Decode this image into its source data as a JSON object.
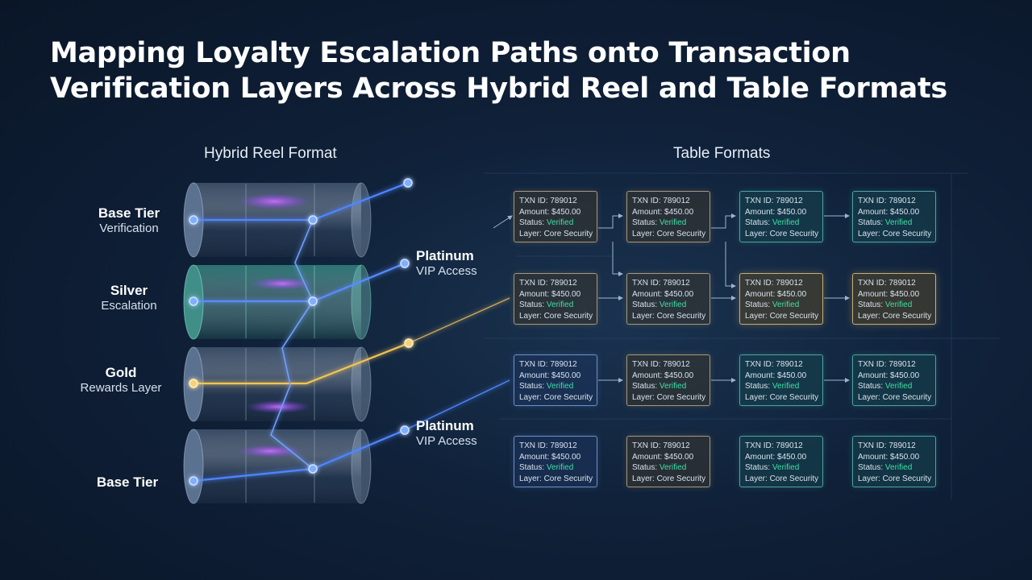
{
  "title": {
    "line1": "Mapping Loyalty Escalation Paths onto Transaction",
    "line2": "Verification Layers Across Hybrid Reel and Table Formats"
  },
  "sections": {
    "reel": "Hybrid Reel Format",
    "table": "Table Formats"
  },
  "tiers": [
    {
      "name": "Base Tier",
      "sub": "Verification"
    },
    {
      "name": "Silver",
      "sub": "Escalation"
    },
    {
      "name": "Gold",
      "sub": "Rewards Layer"
    },
    {
      "name": "Base Tier",
      "sub": ""
    }
  ],
  "platinum": [
    {
      "name": "Platinum",
      "sub": "VIP Access"
    },
    {
      "name": "Platinum",
      "sub": "VIP Access"
    }
  ],
  "card_labels": {
    "txn_prefix": "TXN ID:",
    "amount_prefix": "Amount:",
    "status_prefix": "Status:",
    "layer_prefix": "Layer:"
  },
  "cards": [
    [
      {
        "txn": "789012",
        "amount": "$450.00",
        "status": "Verified",
        "layer": "Core Security",
        "color": "tan"
      },
      {
        "txn": "789012",
        "amount": "$450.00",
        "status": "Verified",
        "layer": "Core Security",
        "color": "tan"
      },
      {
        "txn": "789012",
        "amount": "$450.00",
        "status": "Verified",
        "layer": "Core Security",
        "color": "teal"
      },
      {
        "txn": "789012",
        "amount": "$450.00",
        "status": "Verified",
        "layer": "Core Security",
        "color": "teal"
      }
    ],
    [
      {
        "txn": "789012",
        "amount": "$450.00",
        "status": "Verified",
        "layer": "Core Security",
        "color": "tan"
      },
      {
        "txn": "789012",
        "amount": "$450.00",
        "status": "Verified",
        "layer": "Core Security",
        "color": "tan"
      },
      {
        "txn": "789012",
        "amount": "$450.00",
        "status": "Verified",
        "layer": "Core Security",
        "color": "gold"
      },
      {
        "txn": "789012",
        "amount": "$450.00",
        "status": "Verified",
        "layer": "Core Security",
        "color": "gold"
      }
    ],
    [
      {
        "txn": "789012",
        "amount": "$450.00",
        "status": "Verified",
        "layer": "Core Security",
        "color": "blue"
      },
      {
        "txn": "789012",
        "amount": "$450.00",
        "status": "Verified",
        "layer": "Core Security",
        "color": "tan"
      },
      {
        "txn": "789012",
        "amount": "$450.00",
        "status": "Verified",
        "layer": "Core Security",
        "color": "teal"
      },
      {
        "txn": "789012",
        "amount": "$450.00",
        "status": "Verified",
        "layer": "Core Security",
        "color": "teal"
      }
    ],
    [
      {
        "txn": "789012",
        "amount": "$450.00",
        "status": "Verified",
        "layer": "Core Security",
        "color": "blue"
      },
      {
        "txn": "789012",
        "amount": "$450.00",
        "status": "Verified",
        "layer": "Core Security",
        "color": "tan"
      },
      {
        "txn": "789012",
        "amount": "$450.00",
        "status": "Verified",
        "layer": "Core Security",
        "color": "teal"
      },
      {
        "txn": "789012",
        "amount": "$450.00",
        "status": "Verified",
        "layer": "Core Security",
        "color": "teal"
      }
    ]
  ],
  "colors": {
    "background": "#0f2038",
    "path_blue": "#4f86ff",
    "path_gold": "#f2c457",
    "path_teal": "#38d6b0",
    "accent_purple": "#b85cff",
    "verified_green": "#3ee0a6"
  }
}
